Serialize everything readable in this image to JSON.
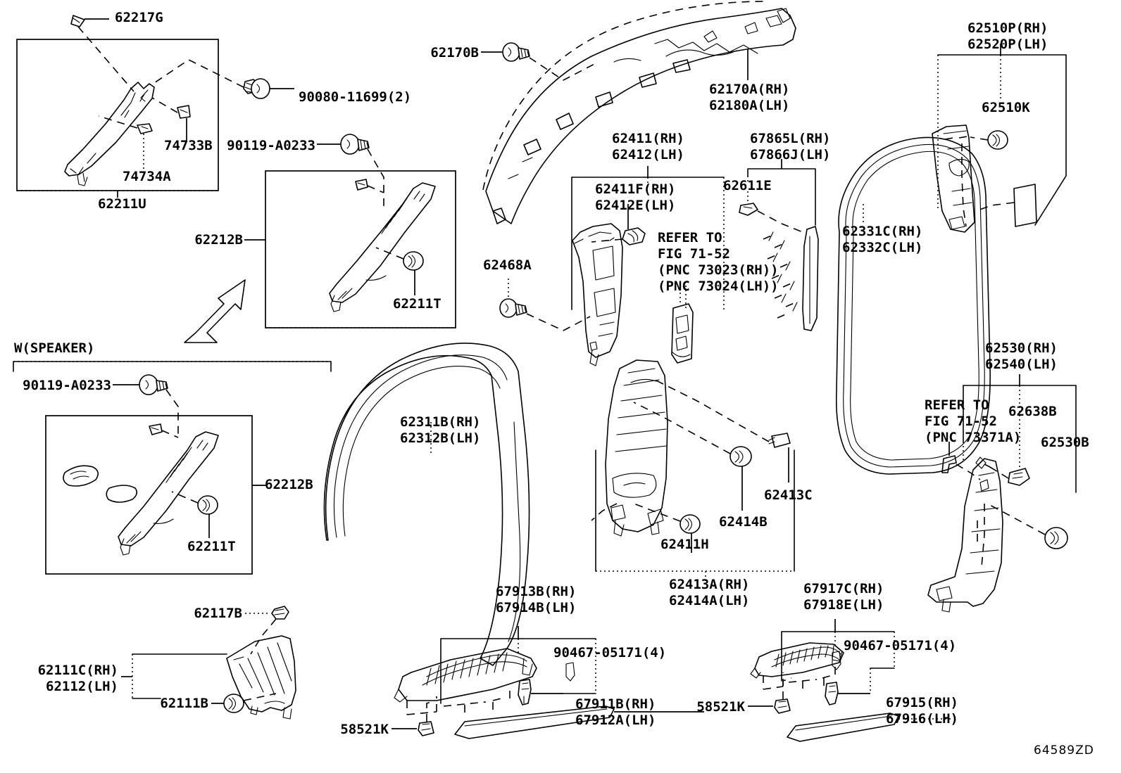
{
  "diagram": {
    "figure_id": "64589ZD",
    "section_note": "W(SPEAKER)",
    "refer_notes": [
      {
        "id": "refer-71-52-a",
        "lines": [
          "REFER TO",
          "FIG 71-52",
          "(PNC 73023(RH))",
          "(PNC 73024(LH))"
        ]
      },
      {
        "id": "refer-71-52-b",
        "lines": [
          "REFER TO",
          "FIG 71-52",
          "(PNC 73371A)"
        ]
      }
    ]
  },
  "labels": {
    "l62217G": "62217G",
    "l90080": "90080-11699(2)",
    "l74733B": "74733B",
    "l74734A": "74734A",
    "l62211U": "62211U",
    "l90119_a": "90119-A0233",
    "l62212B_a": "62212B",
    "l62211T_a": "62211T",
    "l62170B": "62170B",
    "l62170A": "62170A(RH)",
    "l62180A": "62180A(LH)",
    "l62411": "62411(RH)",
    "l62412": "62412(LH)",
    "l62411F": "62411F(RH)",
    "l62412E": "62412E(LH)",
    "l67865L": "67865L(RH)",
    "l67866J": "67866J(LH)",
    "l62611E": "62611E",
    "l62510P": "62510P(RH)",
    "l62520P": "62520P(LH)",
    "l62510K": "62510K",
    "l62331C": "62331C(RH)",
    "l62332C": "62332C(LH)",
    "l62468A": "62468A",
    "l62311B": "62311B(RH)",
    "l62312B": "62312B(LH)",
    "l90119_b": "90119-A0233",
    "l62212B_b": "62212B",
    "l62211T_b": "62211T",
    "l62530": "62530(RH)",
    "l62540": "62540(LH)",
    "l62638B": "62638B",
    "l62530B": "62530B",
    "l62413C": "62413C",
    "l62414B": "62414B",
    "l62411H": "62411H",
    "l62413A": "62413A(RH)",
    "l62414A": "62414A(LH)",
    "l62117B": "62117B",
    "l62111C": "62111C(RH)",
    "l62112": "62112(LH)",
    "l62111B": "62111B",
    "l67913B": "67913B(RH)",
    "l67914B": "67914B(LH)",
    "l90467_a": "90467-05171(4)",
    "l67911B": "67911B(RH)",
    "l67912A": "67912A(LH)",
    "l58521K_a": "58521K",
    "l67917C": "67917C(RH)",
    "l67918E": "67918E(LH)",
    "l90467_b": "90467-05171(4)",
    "l67915": "67915(RH)",
    "l67916": "67916(LH)",
    "l58521K_b": "58521K"
  },
  "colors": {
    "ink": "#000000",
    "paper": "#ffffff"
  }
}
